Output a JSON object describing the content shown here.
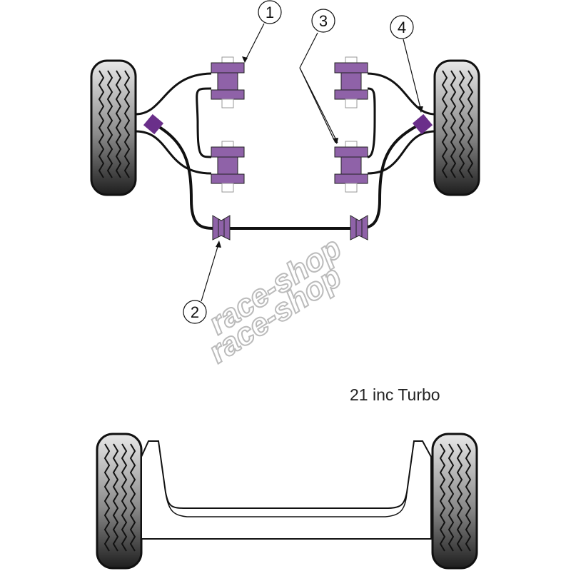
{
  "title": "21 inc Turbo",
  "callouts": [
    "1",
    "2",
    "3",
    "4"
  ],
  "watermark": "race-shop",
  "colors": {
    "bush": "#8f62a8",
    "bush_dark": "#6a2f8a",
    "tire_top": "#e0e0e0",
    "tire_bottom": "#222222",
    "line": "#111111"
  }
}
